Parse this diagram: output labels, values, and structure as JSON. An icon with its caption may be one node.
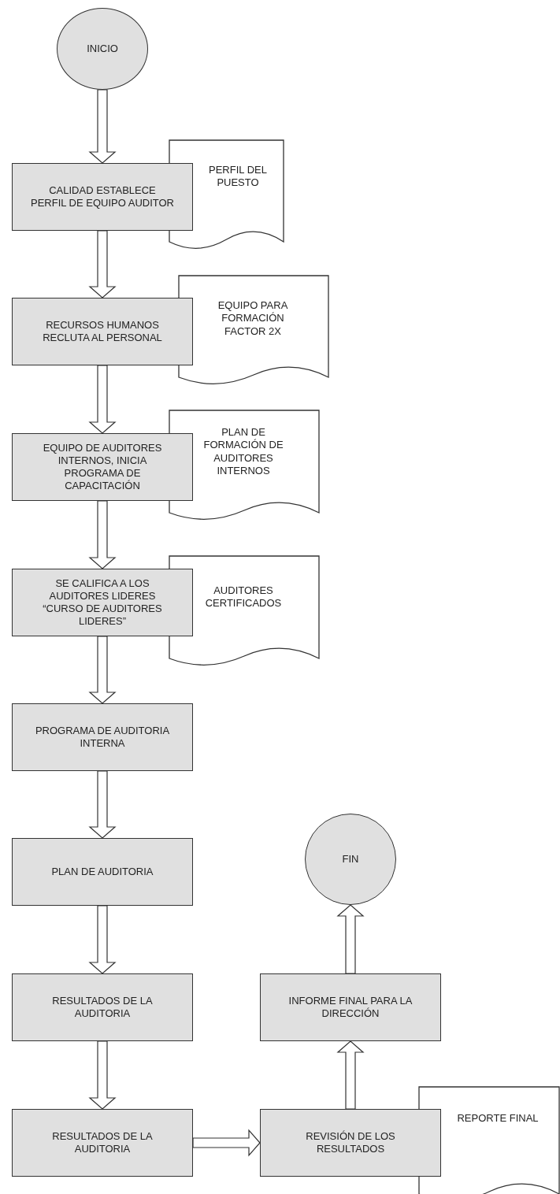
{
  "diagram": {
    "nodes": [
      {
        "text": [
          "INICIO"
        ]
      },
      {
        "text": [
          "CALIDAD ESTABLECE PERFIL DE EQUIPO AUDITOR"
        ]
      },
      {
        "text": [
          "PERFIL DEL PUESTO"
        ]
      },
      {
        "text": [
          "RECURSOS HUMANOS RECLUTA AL PERSONAL"
        ]
      },
      {
        "text": [
          "EQUIPO PARA FORMACIÓN FACTOR 2X"
        ]
      },
      {
        "text": [
          "EQUIPO DE AUDITORES INTERNOS, INICIA PROGRAMA DE CAPACITACIÓN"
        ]
      },
      {
        "text": [
          "PLAN DE FORMACIÓN DE AUDITORES INTERNOS"
        ]
      },
      {
        "text": [
          "SE CALIFICA A LOS AUDITORES LIDERES “CURSO DE AUDITORES LIDERES”"
        ]
      },
      {
        "text": [
          "AUDITORES CERTIFICADOS"
        ]
      },
      {
        "text": [
          "PROGRAMA DE AUDITORIA INTERNA"
        ]
      },
      {
        "text": [
          "PLAN DE AUDITORIA"
        ]
      },
      {
        "text": [
          "RESULTADOS DE LA AUDITORIA"
        ]
      },
      {
        "text": [
          "RESULTADOS DE LA AUDITORIA"
        ]
      },
      {
        "text": [
          "REVISIÓN DE LOS RESULTADOS"
        ]
      },
      {
        "text": [
          "REPORTE FINAL"
        ]
      },
      {
        "text": [
          "INFORME FINAL PARA LA DIRECCIÓN"
        ]
      },
      {
        "text": [
          "FIN"
        ]
      }
    ],
    "edges": [
      {
        "from": 0,
        "to": 1,
        "arrow": "to"
      },
      {
        "from": 1,
        "to": 3,
        "arrow": "to"
      },
      {
        "from": 3,
        "to": 5,
        "arrow": "to"
      },
      {
        "from": 5,
        "to": 7,
        "arrow": "to"
      },
      {
        "from": 7,
        "to": 9,
        "arrow": "to"
      },
      {
        "from": 9,
        "to": 10,
        "arrow": "to"
      },
      {
        "from": 10,
        "to": 11,
        "arrow": "to"
      },
      {
        "from": 11,
        "to": 12,
        "arrow": "to"
      },
      {
        "from": 12,
        "to": 13,
        "arrow": "to"
      },
      {
        "from": 13,
        "to": 15,
        "arrow": "to"
      },
      {
        "from": 15,
        "to": 16,
        "arrow": "to"
      }
    ]
  }
}
